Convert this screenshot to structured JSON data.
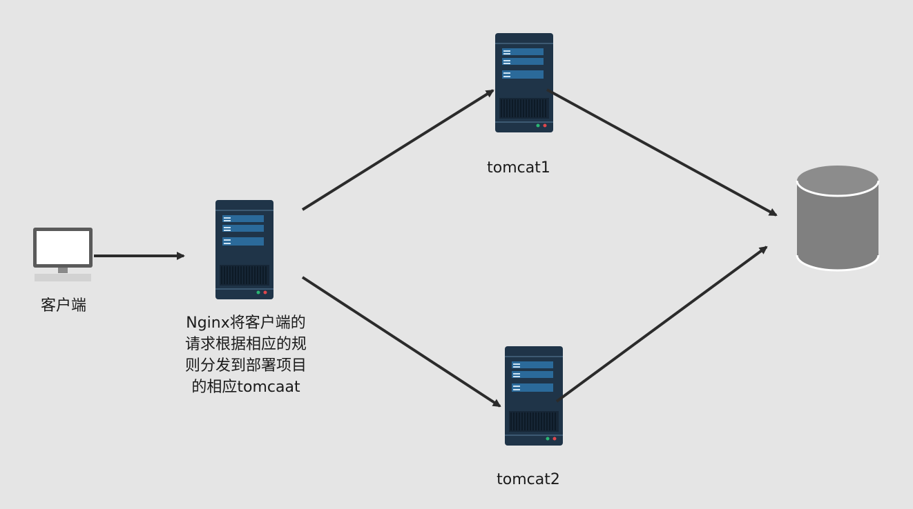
{
  "diagram": {
    "nodes": {
      "client": {
        "label": "客户端",
        "icon": "desktop-monitor-icon"
      },
      "nginx": {
        "label": "Nginx将客户端的请求根据相应的规则分发到部署项目的相应tomcaat",
        "icon": "server-icon"
      },
      "tomcat1": {
        "label": "tomcat1",
        "icon": "server-icon"
      },
      "tomcat2": {
        "label": "tomcat2",
        "icon": "server-icon"
      },
      "database": {
        "label": "",
        "icon": "database-cylinder-icon"
      }
    },
    "edges": [
      {
        "from": "client",
        "to": "nginx"
      },
      {
        "from": "nginx",
        "to": "tomcat1"
      },
      {
        "from": "nginx",
        "to": "tomcat2"
      },
      {
        "from": "tomcat1",
        "to": "database"
      },
      {
        "from": "tomcat2",
        "to": "database"
      }
    ]
  },
  "colors": {
    "background": "#e5e5e5",
    "server_body": "#1f3448",
    "server_panel": "#2b6a9a",
    "server_led_green": "#2bb673",
    "server_led_red": "#e0474c",
    "database_fill": "#808080",
    "arrow": "#2b2b2b"
  }
}
